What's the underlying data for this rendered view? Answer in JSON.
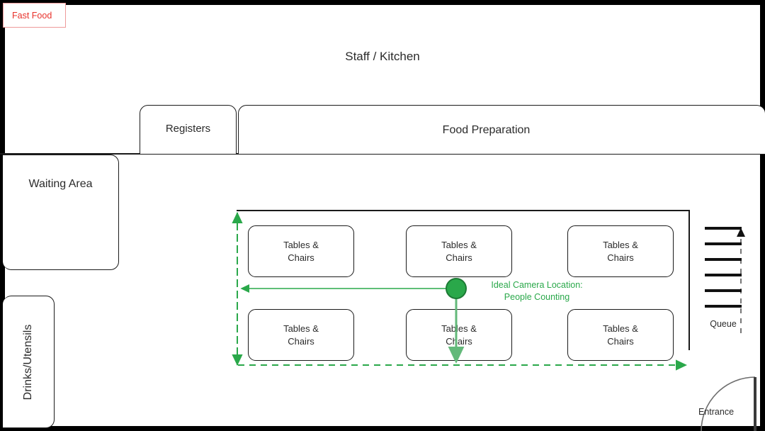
{
  "brand": {
    "tag": "Fast Food",
    "color": "#e8312a"
  },
  "accent": {
    "green": "#2aa84a",
    "green_dark": "#1d7a35",
    "wall": "#1a1a1a"
  },
  "rooms": {
    "staff_kitchen": "Staff / Kitchen",
    "registers": "Registers",
    "food_preparation": "Food Preparation",
    "waiting_area": "Waiting Area",
    "drinks_utensils": "Drinks/Utensils"
  },
  "tables": [
    {
      "label": "Tables &\nChairs"
    },
    {
      "label": "Tables &\nChairs"
    },
    {
      "label": "Tables &\nChairs"
    },
    {
      "label": "Tables &\nChairs"
    },
    {
      "label": "Tables &\nChairs"
    },
    {
      "label": "Tables &\nChairs"
    }
  ],
  "annotation": {
    "camera_line1": "Ideal Camera Location:",
    "camera_line2": "People Counting"
  },
  "queue": {
    "label": "Queue",
    "bar_count": 6
  },
  "entrance": {
    "label": "Entrance"
  }
}
